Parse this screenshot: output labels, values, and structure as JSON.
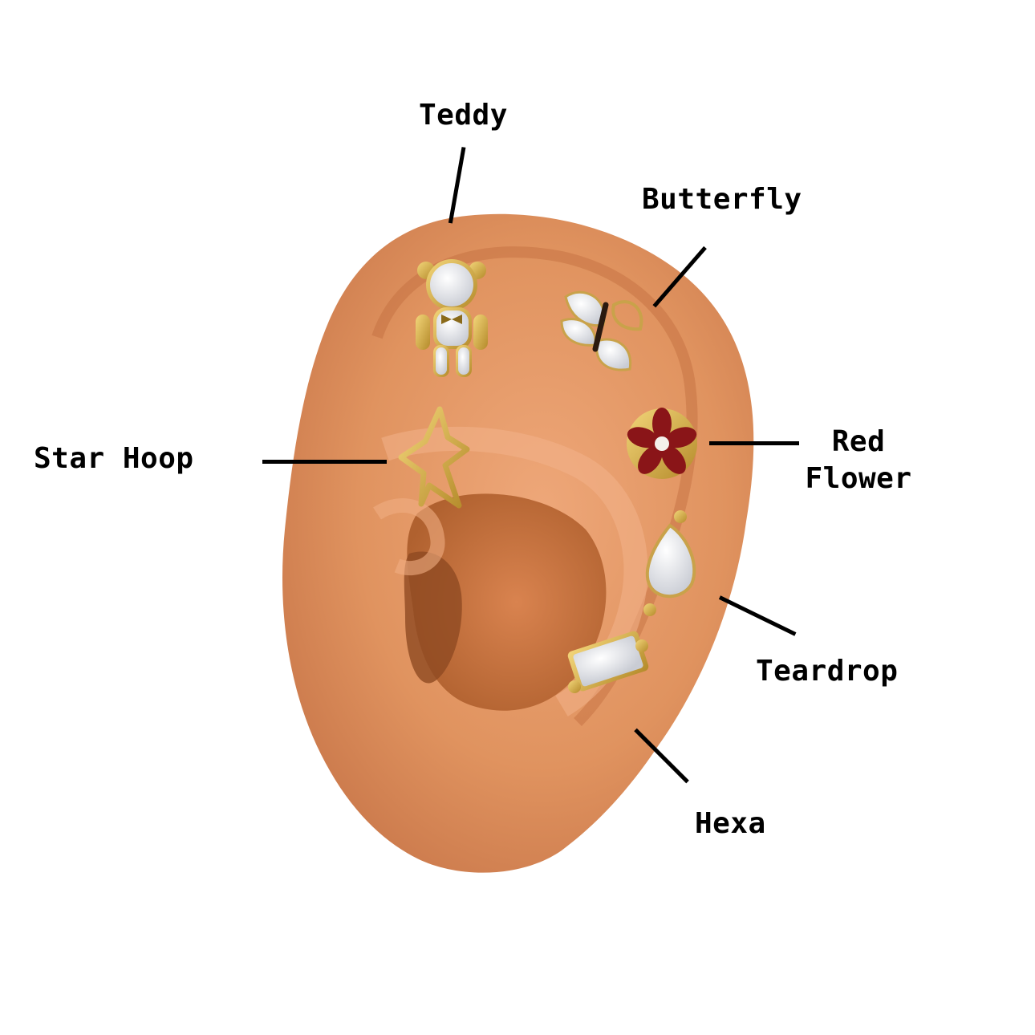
{
  "labels": {
    "teddy": "Teddy",
    "butterfly": "Butterfly",
    "star_hoop": "Star Hoop",
    "red_flower": "Red\nFlower",
    "red_flower_line1": "Red",
    "red_flower_line2": "Flower",
    "teardrop": "Teardrop",
    "hexa": "Hexa"
  },
  "colors": {
    "background": "#ffffff",
    "skin": "#e39a6c",
    "skin_shadow": "#b9683d",
    "gold": "#d8b046",
    "crystal": "#eef0f4",
    "garnet": "#8a1518",
    "text": "#000000"
  }
}
